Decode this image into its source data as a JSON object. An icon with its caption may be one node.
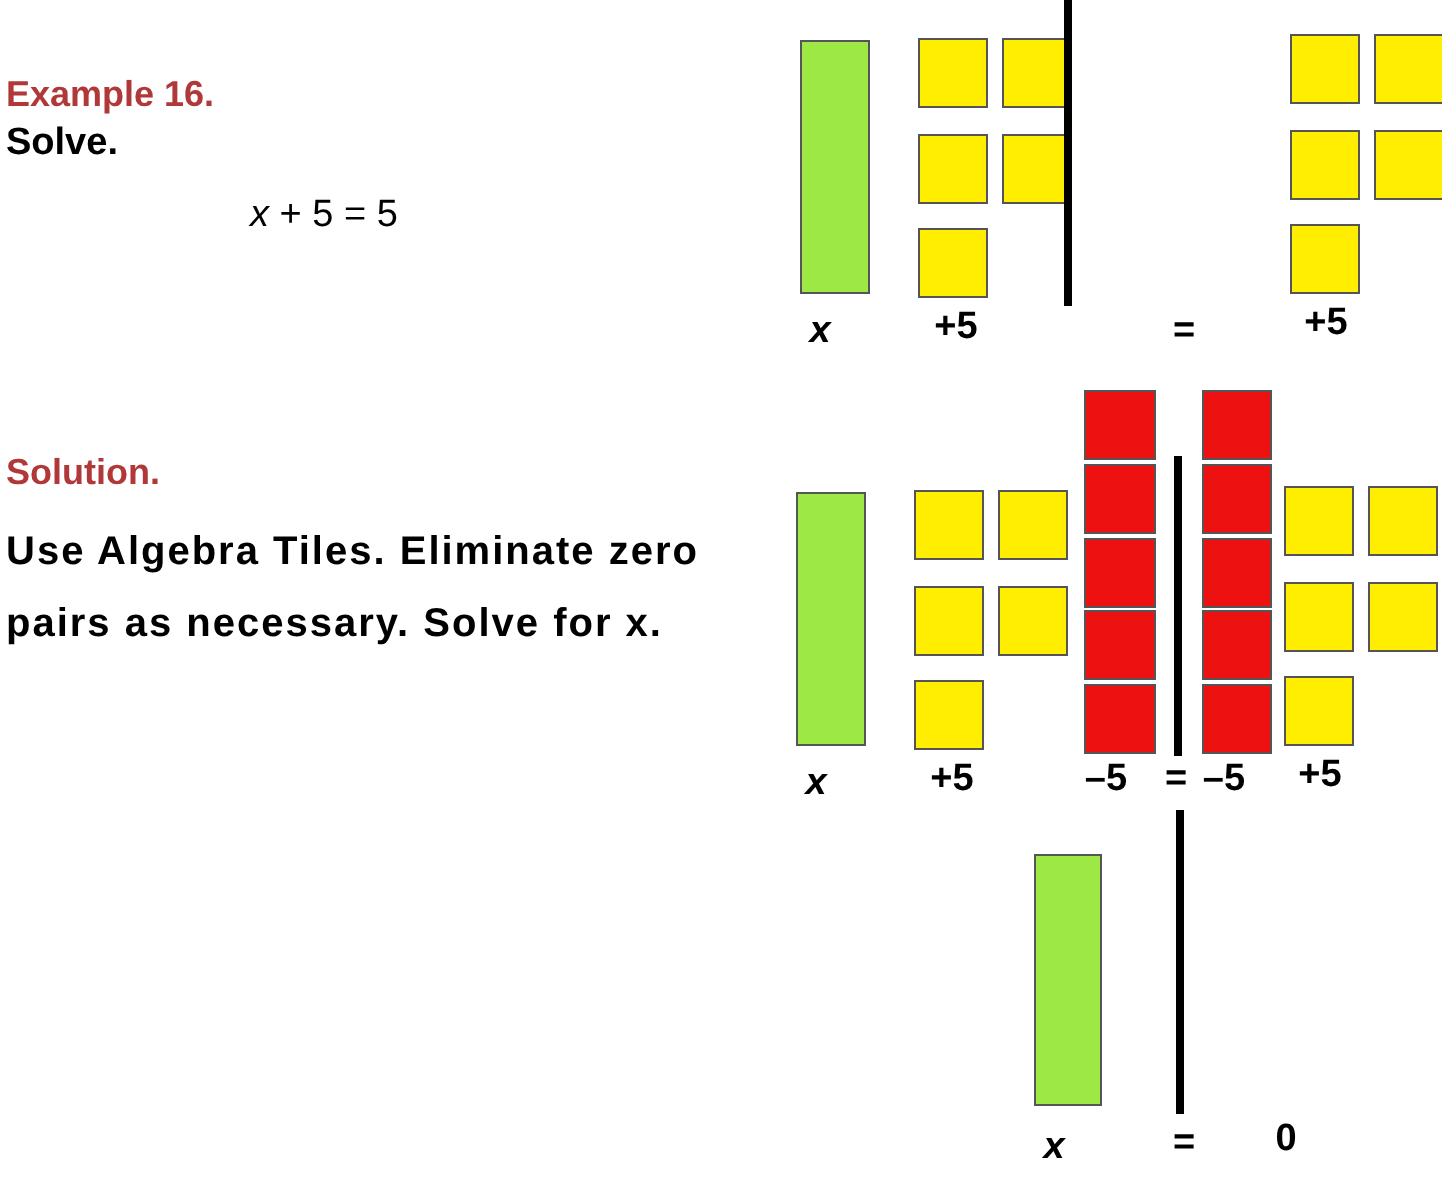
{
  "diagram": {
    "title": "Example 16.",
    "labels": [
      "Solve.",
      "*x* + 5 = 5",
      "x",
      "+5",
      "=",
      "+5",
      "Solution.",
      "Use Algebra Tiles. Eliminate zero pairs as necessary. Solve for x.",
      "x",
      "+5",
      "–5",
      "=",
      "–5",
      "+5",
      "x",
      "=",
      "0"
    ]
  }
}
